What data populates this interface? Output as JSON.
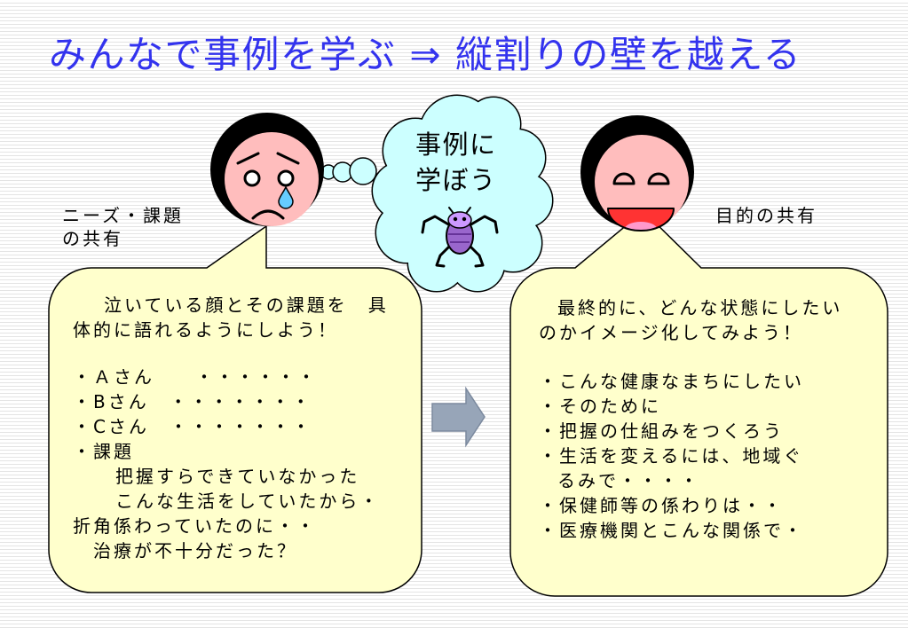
{
  "title": "みんなで事例を学ぶ ⇒ 縦割りの壁を越える",
  "left": {
    "label": [
      "ニーズ・課題",
      "の共有"
    ],
    "face_icon": "crying-face-icon",
    "bubble": {
      "intro": [
        "泣いている顔とその課題を　具",
        "体的に語れるようにしよう！"
      ],
      "list": [
        "・Ａさん　　・・・・・・",
        "・Bさん　・・・・・・・",
        "・Cさん　・・・・・・・",
        "・課題",
        "把握すらできていなかった",
        "こんな生活をしていたから・",
        "折角係わっていたのに・・",
        "治療が不十分だった？"
      ]
    }
  },
  "thought": {
    "lines": [
      "事例に",
      "学ぼう"
    ],
    "cloud_icon": "thought-cloud-icon",
    "bug_icon": "bug-icon"
  },
  "arrow_icon": "right-arrow-icon",
  "right": {
    "label": "目的の共有",
    "face_icon": "smiling-face-icon",
    "bubble": {
      "intro": [
        "最終的に、どんな状態にしたい",
        "のかイメージ化してみよう！"
      ],
      "list": [
        "・こんな健康なまちにしたい",
        "・そのために",
        "・把握の仕組みをつくろう",
        "・生活を変えるには、地域ぐ",
        "るみで・・・・",
        "・保健師等の係わりは・・",
        "・医療機関とこんな関係で・"
      ]
    }
  },
  "colors": {
    "title": "#3333ee",
    "bubble_fill": "#ffffcc",
    "cloud_fill": "#ccffff",
    "skin": "#ffbdbd",
    "hair": "#000000",
    "tear": "#66ccff",
    "mouth": "#ff3333",
    "tongue": "#ff99cc",
    "arrow": "#97a5b8",
    "bug": "#9966cc"
  }
}
